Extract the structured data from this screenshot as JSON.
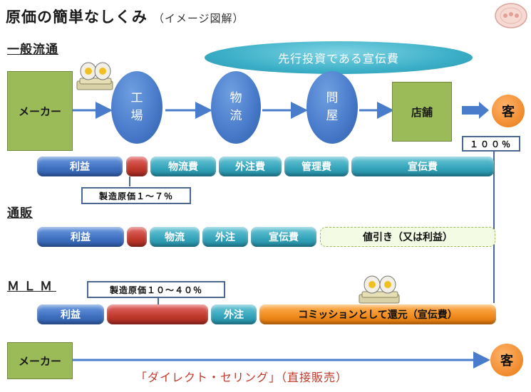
{
  "title": "原価の簡単なしくみ",
  "subtitle": "（イメージ図解）",
  "sections": {
    "general": "一般流通",
    "mail_order": "通販",
    "mlm": "ＭＬＭ"
  },
  "banner": "先行投資である宣伝費",
  "flow": {
    "maker": "メーカー",
    "factory": "工\n場",
    "logistics": "物\n流",
    "wholesaler": "問\n屋",
    "store": "店舗",
    "customer": "客"
  },
  "percent_label": "１００％",
  "row1": {
    "profit": "利益",
    "logistics_cost": "物流費",
    "outsourcing_cost": "外注費",
    "management_cost": "管理費",
    "advertising_cost": "宣伝費",
    "cost_note": "製造原価１〜７％"
  },
  "row2": {
    "profit": "利益",
    "logistics": "物流",
    "outsourcing": "外注",
    "advertising_cost": "宣伝費",
    "discount": "値引き（又は利益）"
  },
  "row3": {
    "cost_note": "製造原価１０〜４０％",
    "profit": "利益",
    "outsourcing": "外注",
    "commission": "コミッションとして還元（宣伝費）"
  },
  "bottom": {
    "maker": "メーカー",
    "customer": "客",
    "caption": "「ダイレクト・セリング」（直接販売）"
  },
  "colors": {
    "blue": "#3e6fc0",
    "red": "#c0392b",
    "teal": "#33a3ba",
    "orange": "#f08a1c",
    "green": "#9bbb59"
  }
}
